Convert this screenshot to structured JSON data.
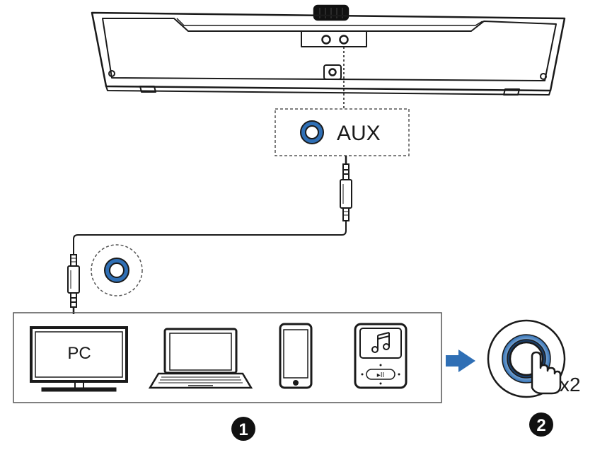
{
  "colors": {
    "line": "#1a1a1a",
    "accent": "#2f6fb5",
    "accent_light": "#9cc3e8",
    "background": "#ffffff"
  },
  "aux_panel": {
    "label": "AUX",
    "icon": "aux-port-icon"
  },
  "devices": [
    {
      "name": "pc-monitor",
      "screen_label": "PC",
      "icon": "monitor-icon"
    },
    {
      "name": "laptop",
      "icon": "laptop-icon"
    },
    {
      "name": "smartphone",
      "icon": "phone-icon"
    },
    {
      "name": "music-player",
      "icon": "music-player-icon"
    }
  ],
  "knob": {
    "multiplier": "x2",
    "icon": "knob-press-icon"
  },
  "steps": [
    {
      "number": "❶"
    },
    {
      "number": "❷"
    }
  ]
}
